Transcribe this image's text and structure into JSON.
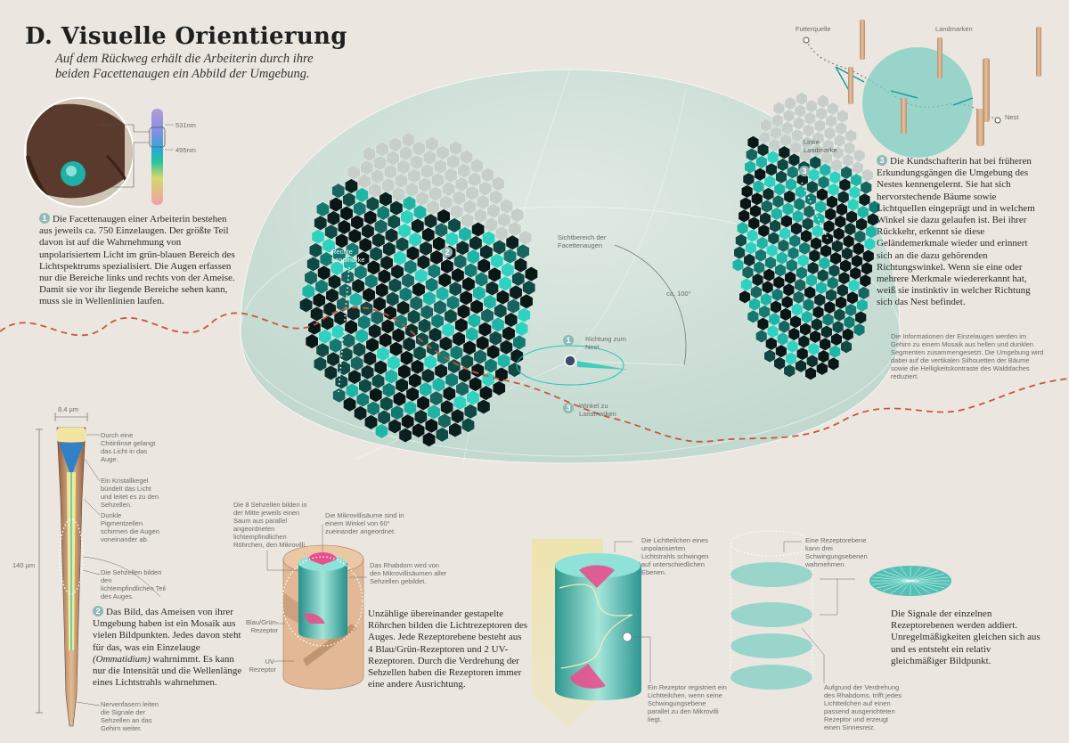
{
  "header": {
    "title": "D.  Visuelle Orientierung",
    "subtitle": "Auf dem Rückweg erhält die Arbeiterin durch ihre beiden Facettenaugen ein Abbild der Umgebung."
  },
  "colors": {
    "background": "#ebe7e0",
    "teal": "#1fc7b5",
    "dark_teal": "#0d3d3b",
    "path_red": "#c8563d",
    "dome": "#bfe0d6"
  },
  "spectrum": {
    "label_531": "531nm",
    "label_495": "495nm"
  },
  "section1": {
    "number": "1",
    "text": "Die Facettenaugen einer Arbeiterin bestehen aus jeweils ca. 750 Einzelaugen. Der größte Teil davon ist auf die Wahrnehmung von unpolarisiertem Licht im grün-blauen Bereich des Lichtspektrums spezialisiert. Die Augen erfassen nur die Bereiche links und rechts von der Ameise. Damit sie vor ihr liegende Bereiche sehen kann, muss sie in Wellenlinien laufen."
  },
  "map": {
    "label_food": "Futterquelle",
    "label_landmarks": "Landmarken",
    "label_nest": "Nest"
  },
  "section3": {
    "number": "3",
    "text": "Die Kundschafterin hat bei früheren Erkundungsgängen die Umgebung des Nestes kennengelernt. Sie hat sich hervorstechende Bäume sowie Lichtquellen eingeprägt und in welchem Winkel sie dazu gelaufen ist. Bei ihrer Rückkehr, erkennt sie diese Geländemerkmale wieder und erinnert sich an die dazu gehörenden Richtungswinkel. Wenn sie eine oder mehrere Merkmale wiedererkannt hat, weiß sie instinktiv in welcher Richtung sich das Nest befindet."
  },
  "dome": {
    "label_right_landmark": "Rechte Landmarke",
    "label_left_landmark": "Linke Landmarke",
    "label_view": "Sichtbereich der Facettenaugen",
    "label_angle": "ca. 100°",
    "marker1": "1",
    "label_direction": "Richtung zum Nest",
    "marker2": "2",
    "marker3": "3",
    "label_angle_landmarks": "Winkel zu Landmarken",
    "mosaic_caption": "Die Informationen der Einzelaugen werden im Gehirn zu einem Mosaik aus hellen und dunklen Segmenten zusammengesetzt. Die Umgebung wird dabei auf die vertikalen Silhouetten der Bäume sowie die Helligkeitskontraste des Walddaches reduziert."
  },
  "ommatidium": {
    "width_label": "8,4 µm",
    "height_label": "140 µm",
    "cap_lens": "Durch eine Chitinlinse gelangt das Licht in das Auge.",
    "cap_cone": "Ein Kristallkegel bündelt das Licht und leitet es zu den Sehzellen.",
    "cap_pigment": "Dunkle Pigmentzellen schirmen die Augen voneinander ab.",
    "cap_cells": "Die Sehzellen bilden den lichtempfindlichen Teil des Auges.",
    "cap_nerve": "Nervenfasern leiten die Signale der Sehzellen an das Gehirn weiter."
  },
  "section2": {
    "number": "2",
    "text_a": "Das Bild, das Ameisen von ihrer Umgebung haben ist ein Mosaik aus vielen Bildpunkten. Jedes davon steht für das, was ein Einzelauge",
    "text_italic": "(Ommatidium)",
    "text_b": "wahrnimmt. Es kann nur die Intensität und die Wellenlänge eines Lichtstrahls wahrnehmen."
  },
  "rhabdom": {
    "cap_cells8": "Die 8 Sehzellen bilden in der Mitte jeweils einen Saum aus parallel angeordneten lichtempfindlichen Röhrchen, den Mikrovilli.",
    "cap_micro": "Die Mikrovillisäume sind in einem Winkel von 60° zueinander angeordnet.",
    "cap_rhabdom": "Das Rhabdom wird von den Mikrovillisäumen aller Sehzellen gebildet.",
    "cap_bluegreen": "Blau/Grün-Rezeptor",
    "cap_uv": "UV-Rezeptor",
    "text": "Unzählige übereinander gestapelte Röhrchen bilden die Lichtrezeptoren des Auges. Jede Rezeptorebene besteht aus 4 Blau/Grün-Rezeptoren und 2 UV-Rezeptoren. Durch die Verdrehung der Sehzellen haben die Rezeptoren immer eine andere Ausrichtung."
  },
  "polarization": {
    "cap_light": "Die Lichtteilchen eines unpolarisierten Lichtstrahls schwingen auf unterschiedlichen Ebenen.",
    "cap_plane": "Eine Rezeptorebene kann drei Schwingungsebenen wahrnehmen.",
    "cap_receptor": "Ein Rezeptor registriert ein Lichtteilchen, wenn seine Schwingungsebene parallel zu den Mikrovilli liegt.",
    "cap_twist": "Aufgrund der Verdrehung des Rhabdoms, trifft jedes Lichtteilchen auf einen passend ausgerichteten Rezeptor und erzeugt einen Sinnesreiz.",
    "text": "Die Signale der einzelnen Rezeptorebenen werden addiert. Unregelmäßigkeiten gleichen sich aus und es entsteht ein relativ gleichmäßiger Bildpunkt."
  }
}
